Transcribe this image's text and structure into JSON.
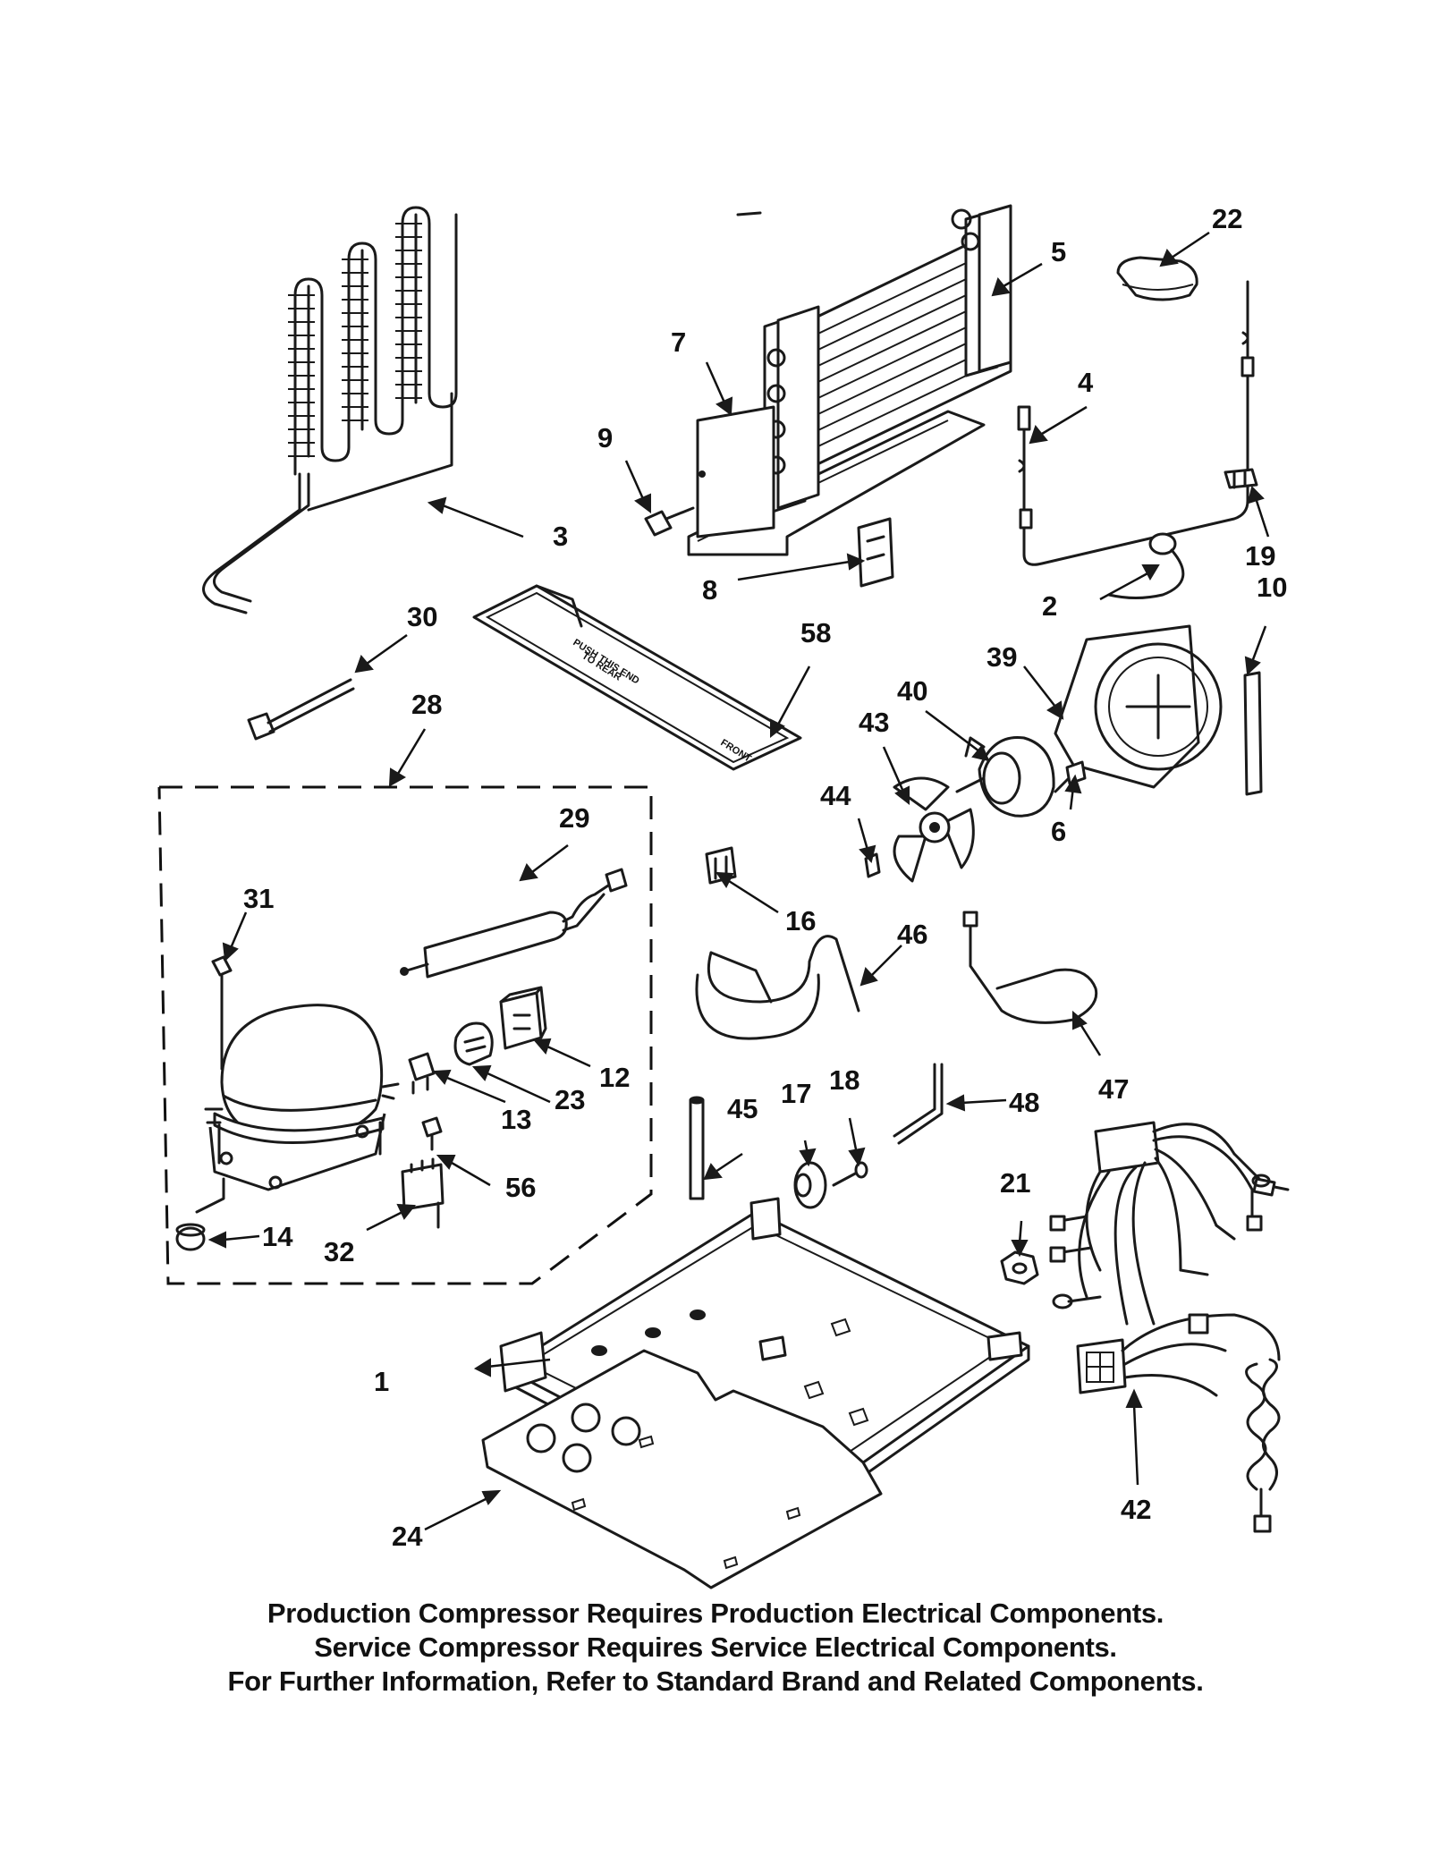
{
  "parts": [
    {
      "label": "1"
    },
    {
      "label": "2"
    },
    {
      "label": "3"
    },
    {
      "label": "4"
    },
    {
      "label": "5"
    },
    {
      "label": "6"
    },
    {
      "label": "7"
    },
    {
      "label": "8"
    },
    {
      "label": "9"
    },
    {
      "label": "10"
    },
    {
      "label": "12"
    },
    {
      "label": "13"
    },
    {
      "label": "14"
    },
    {
      "label": "16"
    },
    {
      "label": "17"
    },
    {
      "label": "18"
    },
    {
      "label": "19"
    },
    {
      "label": "21"
    },
    {
      "label": "22"
    },
    {
      "label": "23"
    },
    {
      "label": "24"
    },
    {
      "label": "28"
    },
    {
      "label": "29"
    },
    {
      "label": "30"
    },
    {
      "label": "31"
    },
    {
      "label": "32"
    },
    {
      "label": "39"
    },
    {
      "label": "40"
    },
    {
      "label": "42"
    },
    {
      "label": "43"
    },
    {
      "label": "44"
    },
    {
      "label": "45"
    },
    {
      "label": "46"
    },
    {
      "label": "47"
    },
    {
      "label": "48"
    },
    {
      "label": "56"
    },
    {
      "label": "58"
    }
  ],
  "drain_pan_text": {
    "line1": "PUSH THIS END",
    "line2": "TO REAR",
    "front": "FRONT"
  },
  "notes": [
    "Production Compressor Requires Production Electrical Components.",
    "Service Compressor Requires Service Electrical Components.",
    "For Further Information, Refer to Standard Brand and Related Components."
  ]
}
